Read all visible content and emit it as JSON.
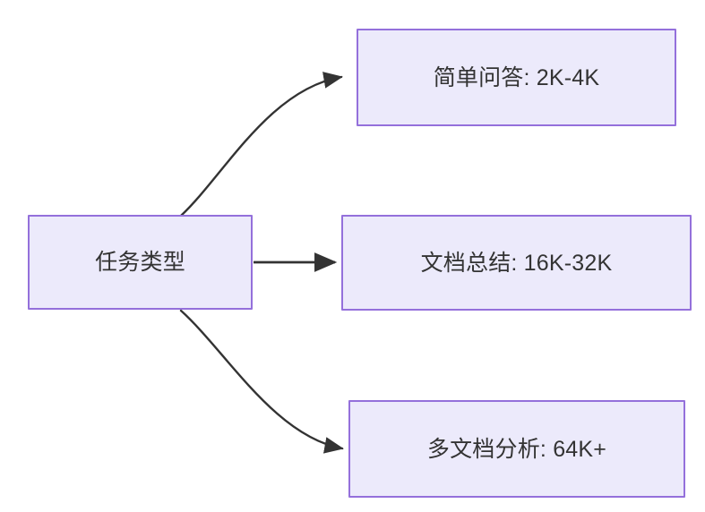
{
  "diagram": {
    "type": "flowchart",
    "direction": "left-to-right",
    "background_color": "#ffffff",
    "node_fill_color": "#ECEAFB",
    "node_border_color": "#9470DB",
    "node_text_color": "#333333",
    "edge_color": "#333333",
    "root": {
      "id": "task-type",
      "label": "任务类型"
    },
    "branches": [
      {
        "id": "simple-qa",
        "label": "简单问答: 2K-4K",
        "task": "简单问答",
        "range": "2K-4K",
        "edge_style": "curved-up"
      },
      {
        "id": "doc-summary",
        "label": "文档总结: 16K-32K",
        "task": "文档总结",
        "range": "16K-32K",
        "edge_style": "straight"
      },
      {
        "id": "multi-doc",
        "label": "多文档分析: 64K+",
        "task": "多文档分析",
        "range": "64K+",
        "edge_style": "curved-down"
      }
    ],
    "edges": [
      {
        "id": "edge-root-simple-qa",
        "from": "task-type",
        "to": "simple-qa",
        "arrowhead": "filled-triangle"
      },
      {
        "id": "edge-root-doc-summary",
        "from": "task-type",
        "to": "doc-summary",
        "arrowhead": "filled-triangle"
      },
      {
        "id": "edge-root-multi-doc",
        "from": "task-type",
        "to": "multi-doc",
        "arrowhead": "filled-triangle"
      }
    ]
  }
}
